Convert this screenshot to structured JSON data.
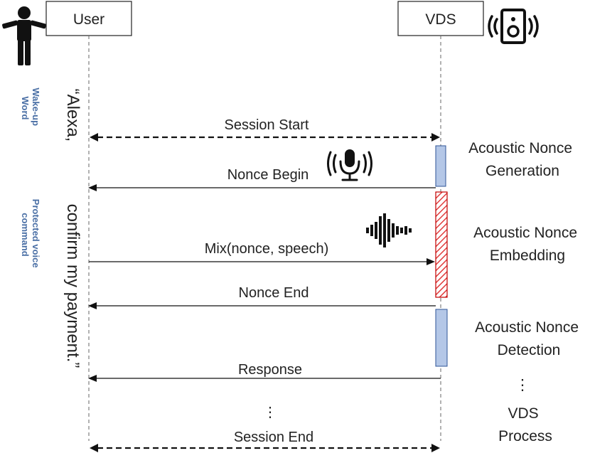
{
  "participants": {
    "user": "User",
    "vds": "VDS"
  },
  "side_labels": {
    "wake": [
      "Wake-up",
      "Word"
    ],
    "protected": [
      "Protected voice",
      "command"
    ]
  },
  "utterance": {
    "part1": "“Alexa,",
    "part2": "confirm my payment.”"
  },
  "messages": {
    "session_start": "Session Start",
    "nonce_begin": "Nonce Begin",
    "mix": "Mix(nonce, speech)",
    "nonce_end": "Nonce End",
    "response": "Response",
    "session_end": "Session End"
  },
  "steps": {
    "generation": [
      "Acoustic Nonce",
      "Generation"
    ],
    "embedding": [
      "Acoustic Nonce",
      "Embedding"
    ],
    "detection": [
      "Acoustic Nonce",
      "Detection"
    ],
    "vds_process": [
      "VDS",
      "Process"
    ]
  },
  "ellipsis": "⋮",
  "colors": {
    "activation_fill": "#b4c7e7",
    "activation_stroke": "#2f5597",
    "embed_hatch": "#e03c3c",
    "label_blue": "#4a6fa5"
  },
  "icons": [
    "person-icon",
    "speaker-icon",
    "microphone-icon",
    "waveform-icon"
  ]
}
